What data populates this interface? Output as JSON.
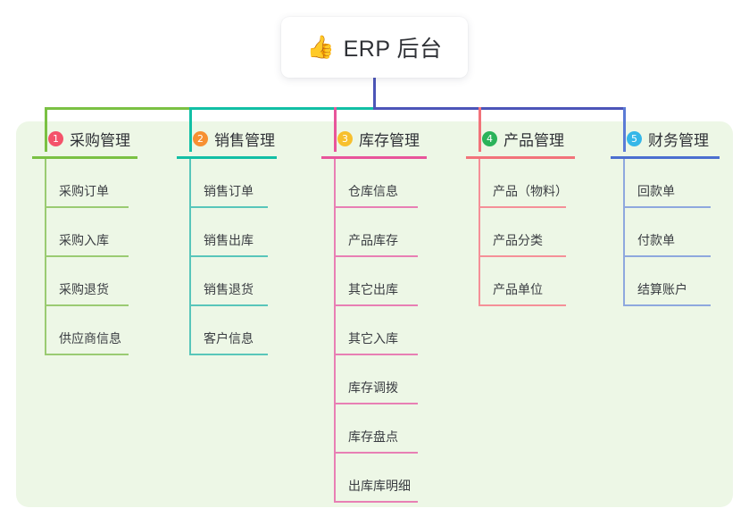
{
  "root": {
    "icon": "thumbs-up-icon",
    "emoji": "👍",
    "title": "ERP 后台"
  },
  "panel": {
    "background": "#EDF7E6"
  },
  "connectors": {
    "trunk_color": "#4C55B8",
    "bar_segments": [
      {
        "color": "#7AC143"
      },
      {
        "color": "#12BFA5"
      },
      {
        "color": "#4C55B8"
      }
    ],
    "drops": [
      "#7AC143",
      "#12BFA5",
      "#E8559B",
      "#F2737A",
      "#5B7BD6"
    ]
  },
  "columns": [
    {
      "index": "1",
      "badge_color": "#F4526A",
      "line_color": "#7AC143",
      "spine_color": "#9ACB72",
      "title": "采购管理",
      "items": [
        {
          "label": "采购订单"
        },
        {
          "label": "采购入库"
        },
        {
          "label": "采购退货"
        },
        {
          "label": "供应商信息"
        }
      ]
    },
    {
      "index": "2",
      "badge_color": "#F79032",
      "line_color": "#12BFA5",
      "spine_color": "#58C6BA",
      "title": "销售管理",
      "items": [
        {
          "label": "销售订单"
        },
        {
          "label": "销售出库"
        },
        {
          "label": "销售退货"
        },
        {
          "label": "客户信息"
        }
      ]
    },
    {
      "index": "3",
      "badge_color": "#F7C02E",
      "line_color": "#E8559B",
      "spine_color": "#E87FB4",
      "title": "库存管理",
      "items": [
        {
          "label": "仓库信息"
        },
        {
          "label": "产品库存"
        },
        {
          "label": "其它出库"
        },
        {
          "label": "其它入库"
        },
        {
          "label": "库存调拨"
        },
        {
          "label": "库存盘点"
        },
        {
          "label": "出库库明细"
        }
      ]
    },
    {
      "index": "4",
      "badge_color": "#2BB35A",
      "line_color": "#F2737A",
      "spine_color": "#F59098",
      "title": "产品管理",
      "items": [
        {
          "label": "产品（物料）"
        },
        {
          "label": "产品分类"
        },
        {
          "label": "产品单位"
        }
      ]
    },
    {
      "index": "5",
      "badge_color": "#35B7E8",
      "line_color": "#4C6FD0",
      "spine_color": "#8EA8DE",
      "title": "财务管理",
      "items": [
        {
          "label": "回款单"
        },
        {
          "label": "付款单"
        },
        {
          "label": "结算账户"
        }
      ]
    }
  ]
}
